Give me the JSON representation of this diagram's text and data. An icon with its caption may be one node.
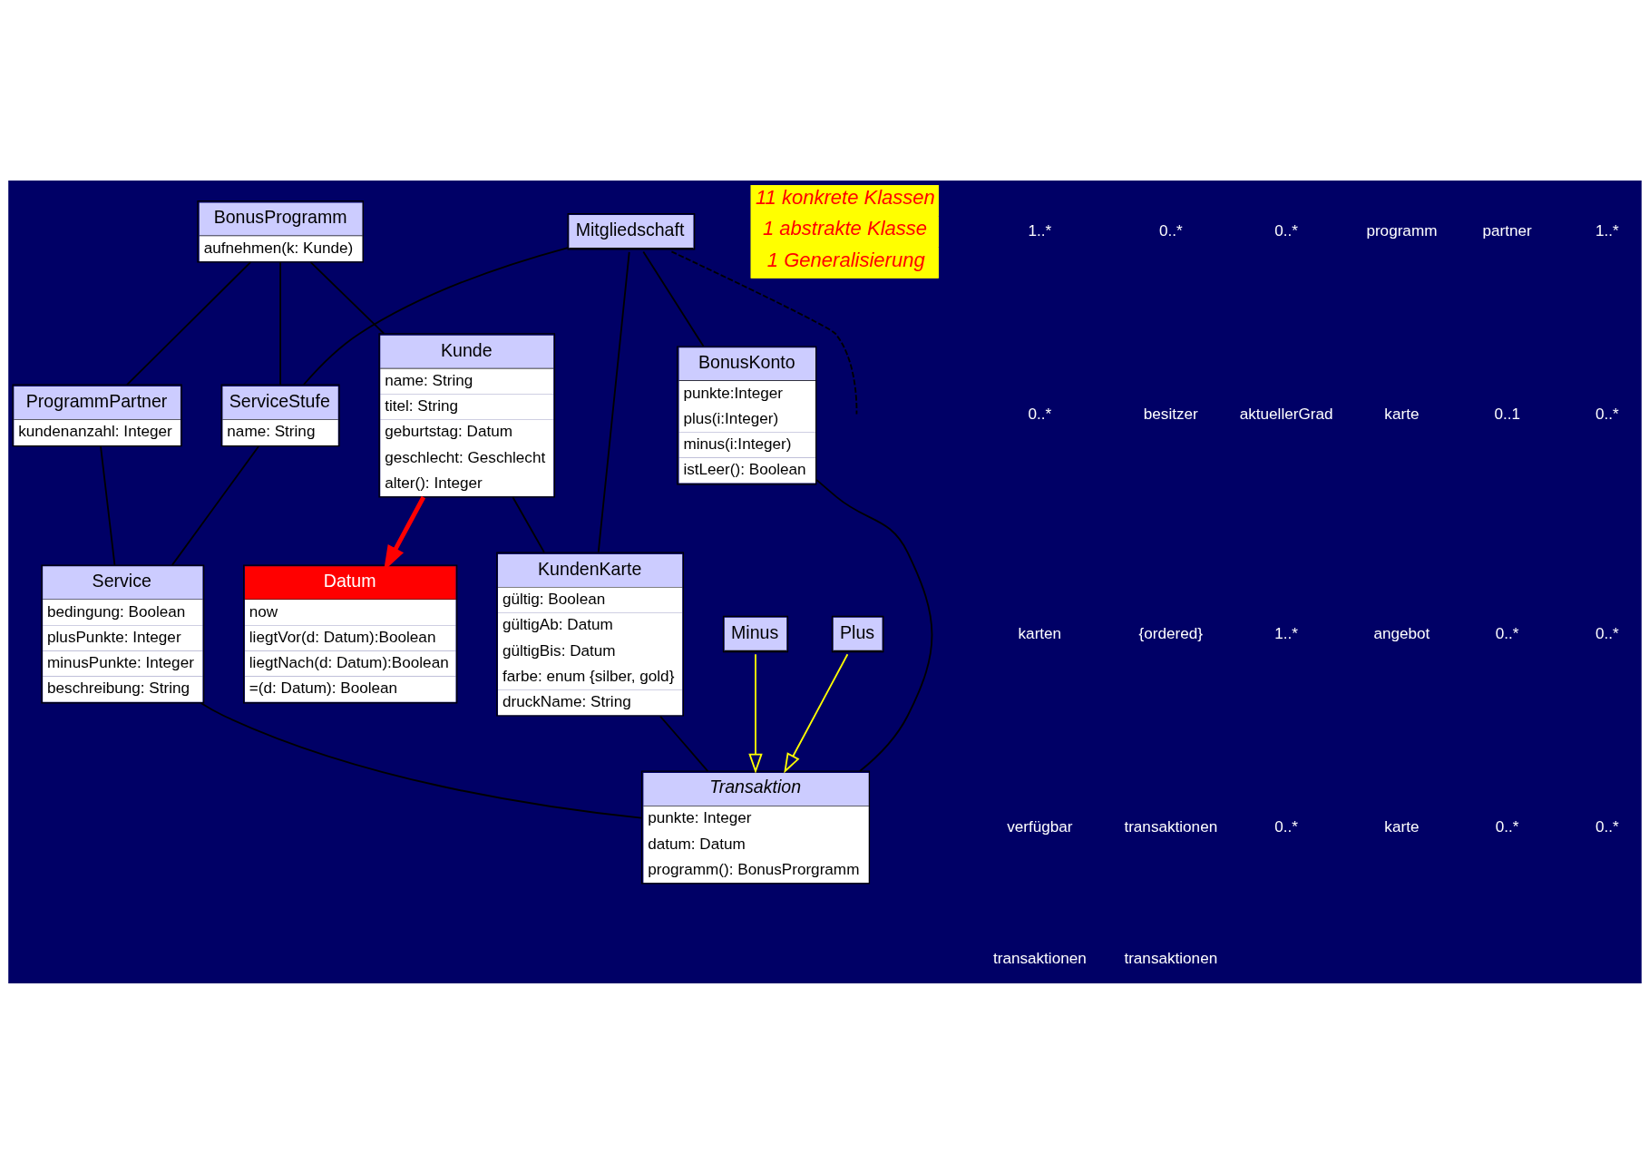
{
  "diagram": {
    "nodes": [
      {
        "text": [
          "BonusProgramm",
          "aufnehmen(k: Kunde)"
        ]
      },
      {
        "text": [
          "Kunde",
          "name: String",
          "titel: String",
          "geburtstag: Datum",
          "geschlecht: Geschlecht",
          "alter(): Integer"
        ]
      },
      {
        "text": [
          "ProgrammPartner",
          "kundenanzahl: Integer"
        ]
      },
      {
        "text": [
          "Mitgliedschaft"
        ]
      },
      {
        "text": [
          "ServiceStufe",
          "name: String"
        ]
      },
      {
        "text": [
          "BonusKonto",
          "punkte:Integer",
          "plus(i:Integer)",
          "minus(i:Integer)",
          "istLeer(): Boolean"
        ]
      },
      {
        "text": [
          "KundenKarte",
          "gültig: Boolean",
          "gültigAb: Datum",
          "gültigBis: Datum",
          "farbe: enum {silber, gold}",
          "druckName: String"
        ]
      },
      {
        "text": [
          "Service",
          "bedingung: Boolean",
          "plusPunkte: Integer",
          "minusPunkte: Integer",
          "beschreibung: String"
        ]
      },
      {
        "text": [
          "Transaktion",
          "punkte: Integer",
          "datum: Datum",
          "programm(): BonusProrgramm"
        ]
      },
      {
        "text": [
          "Datum",
          "now",
          "liegtVor(d: Datum):Boolean",
          "liegtNach(d: Datum):Boolean",
          "=(d: Datum): Boolean"
        ]
      },
      {
        "text": [
          "Minus"
        ]
      },
      {
        "text": [
          "Plus"
        ]
      },
      {
        "text": [
          "11 konkrete Klassen",
          "1 abstrakte Klasse",
          "1 Generalisierung"
        ]
      }
    ],
    "edges": [
      {
        "from": 0,
        "to": 2,
        "arrow": "none"
      },
      {
        "from": 0,
        "to": 1,
        "arrow": "none"
      },
      {
        "from": 3,
        "to": null,
        "arrow": "none",
        "style": "dashed"
      },
      {
        "from": 0,
        "to": 4,
        "arrow": "none"
      },
      {
        "from": 3,
        "to": 4,
        "arrow": "none"
      },
      {
        "from": 3,
        "to": 5,
        "arrow": "none"
      },
      {
        "from": 3,
        "to": 6,
        "arrow": "none"
      },
      {
        "from": 1,
        "to": 6,
        "arrow": "none"
      },
      {
        "from": 2,
        "to": 7,
        "arrow": "none"
      },
      {
        "from": 4,
        "to": 7,
        "arrow": "none"
      },
      {
        "from": 5,
        "to": 8,
        "arrow": "none"
      },
      {
        "from": 7,
        "to": 8,
        "arrow": "none"
      },
      {
        "from": 6,
        "to": 8,
        "arrow": "none"
      },
      {
        "from": 10,
        "to": 8,
        "arrow": "to",
        "color": "#ffff00"
      },
      {
        "from": 11,
        "to": 8,
        "arrow": "to",
        "color": "#ffff00"
      },
      {
        "from": 1,
        "to": 9,
        "arrow": "to",
        "style": "thick",
        "color": "#ff0000"
      }
    ],
    "labels": [
      "1..*",
      "0..*",
      "0..*",
      "programm",
      "partner",
      "1..*",
      "0..*",
      "besitzer",
      "aktuellerGrad",
      "karte",
      "0..1",
      "0..*",
      "karten",
      "{ordered}",
      "1..*",
      "angebot",
      "0..*",
      "0..*",
      "verfügbar",
      "transaktionen",
      "0..*",
      "karte",
      "0..*",
      "0..*",
      "transaktionen",
      "transaktionen"
    ]
  }
}
